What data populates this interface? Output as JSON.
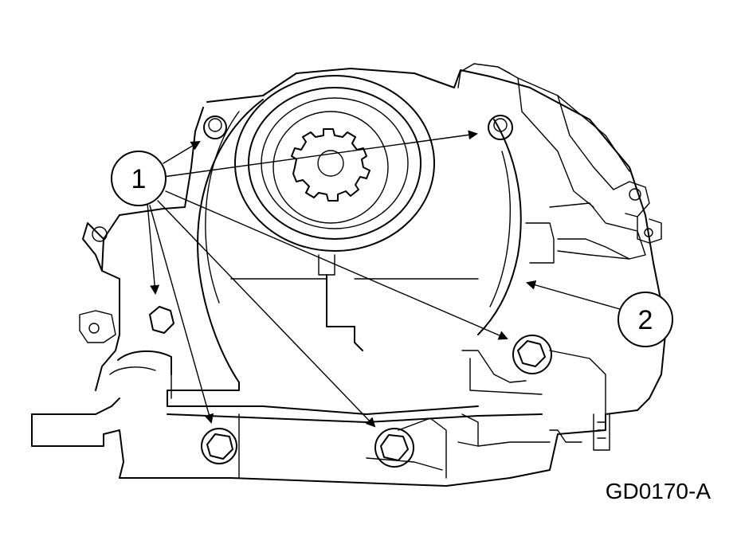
{
  "callouts": [
    {
      "id": "1",
      "label": "1"
    },
    {
      "id": "2",
      "label": "2"
    }
  ],
  "figure_id": "GD0170-A"
}
